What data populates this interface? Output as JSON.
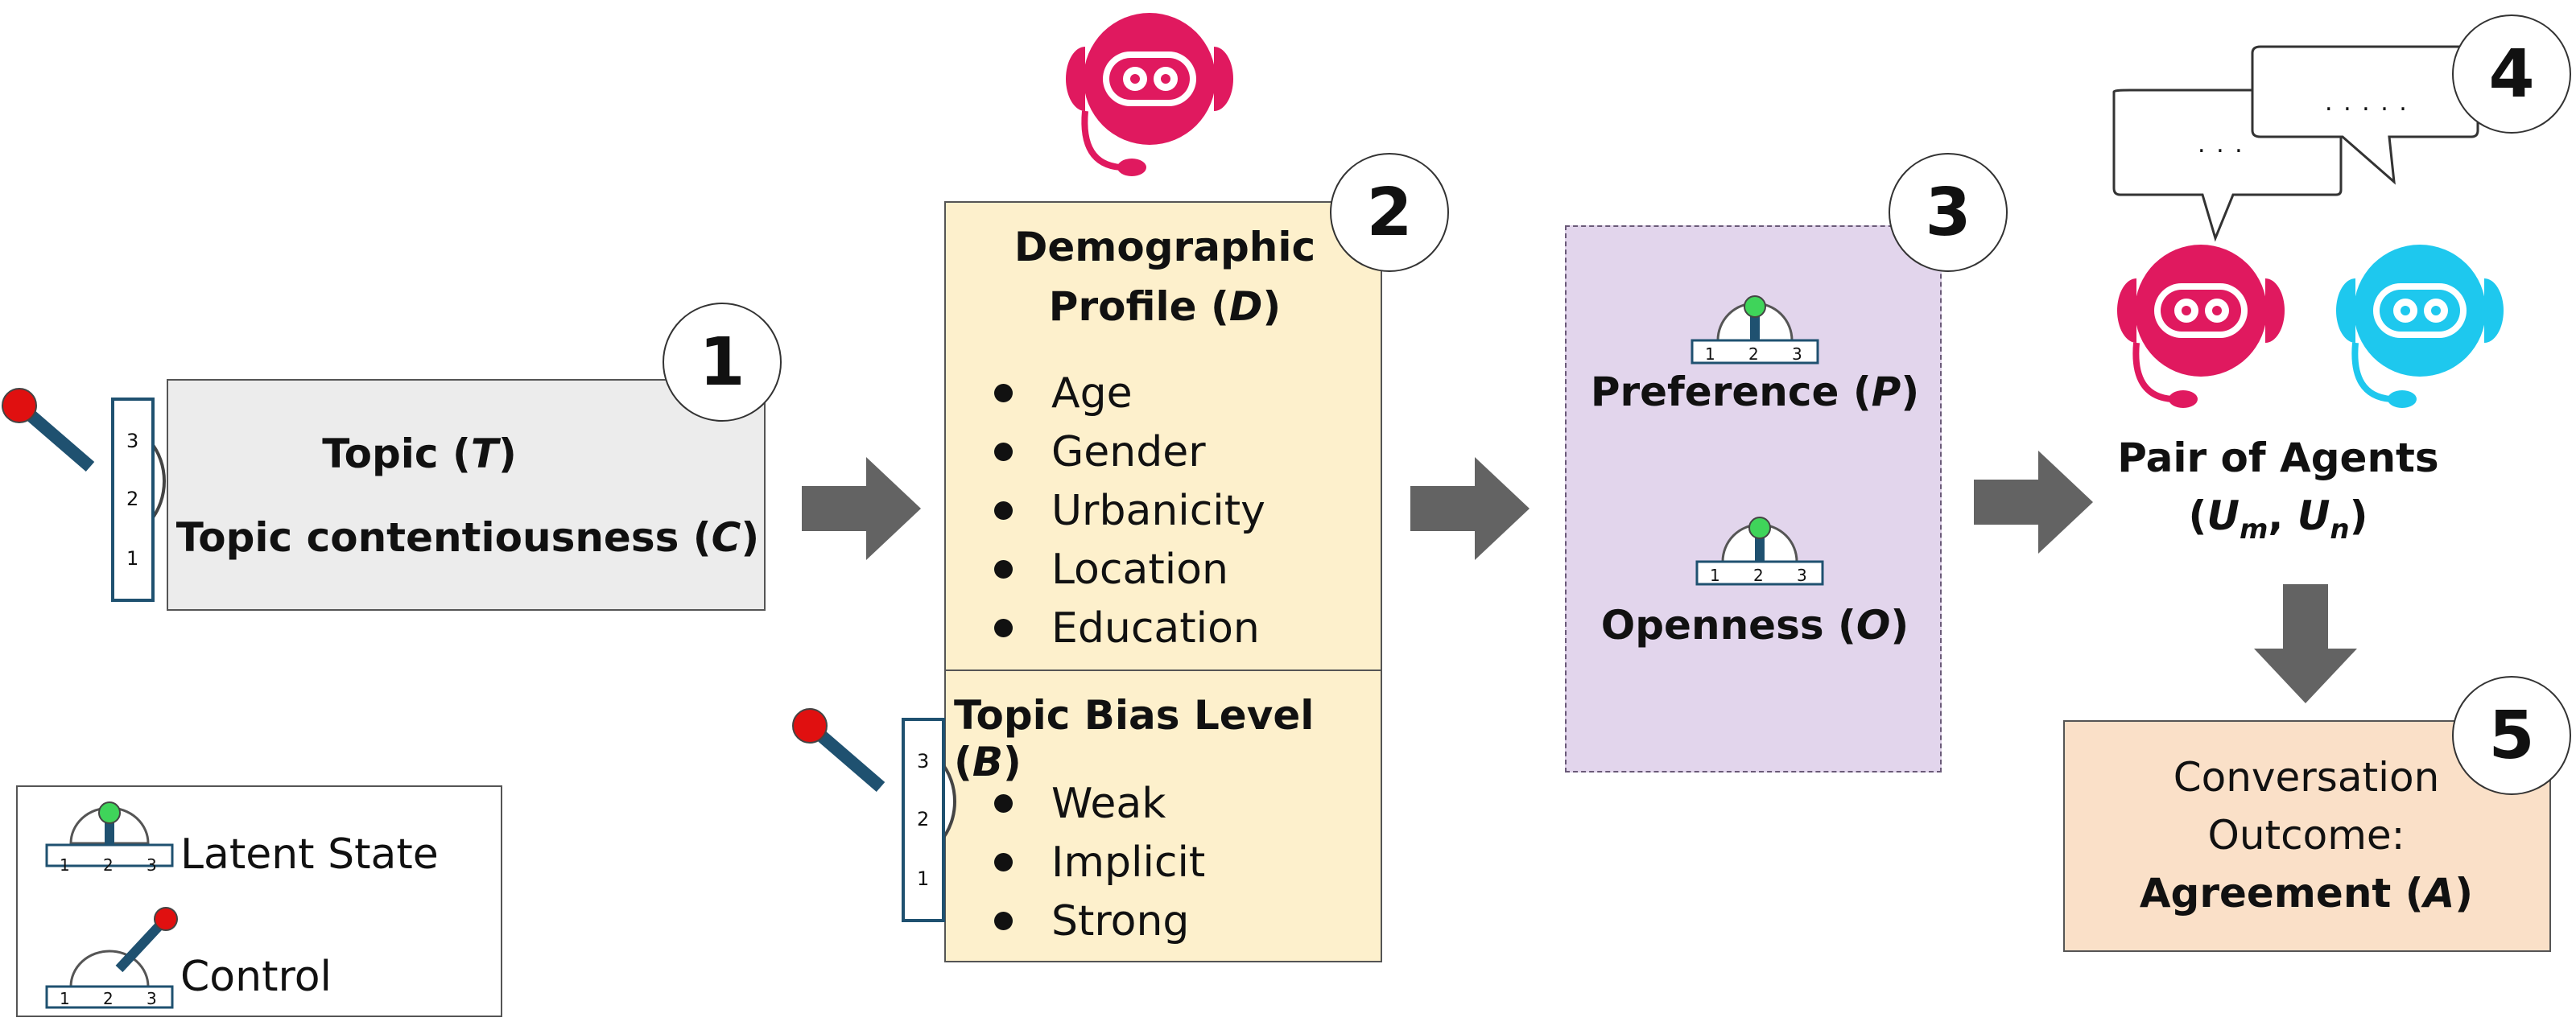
{
  "step1": {
    "number": "1",
    "topic": {
      "text": "Topic (",
      "var": "T",
      "close": ")"
    },
    "contentiousness": {
      "text": "Topic contentiousness (",
      "var": "C",
      "close": ")"
    },
    "lever_ticks": [
      "3",
      "2",
      "1"
    ]
  },
  "step2": {
    "number": "2",
    "profile_title_line1": "Demographic",
    "profile_title_line2": {
      "text": "Profile (",
      "var": "D",
      "close": ")"
    },
    "profile_items": [
      "Age",
      "Gender",
      "Urbanicity",
      "Location",
      "Education"
    ],
    "bias_title": {
      "text": "Topic Bias Level (",
      "var": "B",
      "close": ")"
    },
    "bias_items": [
      "Weak",
      "Implicit",
      "Strong"
    ],
    "lever_ticks": [
      "3",
      "2",
      "1"
    ]
  },
  "step3": {
    "number": "3",
    "preference": {
      "text": "Preference (",
      "var": "P",
      "close": ")"
    },
    "openness": {
      "text": "Openness (",
      "var": "O",
      "close": ")"
    },
    "gauge_ticks": [
      "1",
      "2",
      "3"
    ]
  },
  "step4": {
    "number": "4",
    "title": "Pair of Agents",
    "pair": {
      "open": "(",
      "u1": "U",
      "s1": "m",
      "sep": ", ",
      "u2": "U",
      "s2": "n",
      "close": ")"
    },
    "bubble_left": ". . .",
    "bubble_right": ". . . . ."
  },
  "step5": {
    "number": "5",
    "line1": "Conversation",
    "line2": "Outcome:",
    "line3": {
      "text": "Agreement (",
      "var": "A",
      "close": ")"
    }
  },
  "legend": {
    "latent": "Latent State",
    "control": "Control",
    "ticks": [
      "1",
      "2",
      "3"
    ]
  },
  "colors": {
    "step1_bg": "#ececec",
    "step2_bg": "#fdf0cc",
    "step3_bg": "#e2d5ec",
    "step5_bg": "#fae0c8",
    "arrow": "#636363",
    "robot_pink": "#e0195f",
    "robot_cyan": "#1ec8ee",
    "knob_red": "#e01010",
    "knob_green": "#3fd45a",
    "lever_stick": "#1f5170"
  }
}
